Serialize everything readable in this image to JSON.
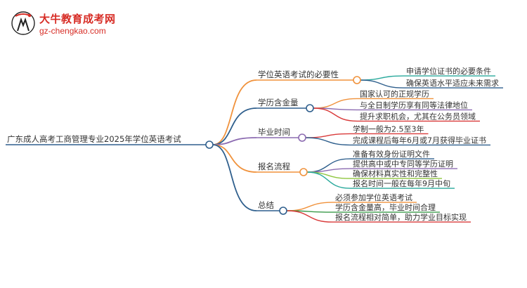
{
  "logo": {
    "title": "大牛教育成考网",
    "url": "gz-chengkao.com"
  },
  "mindmap": {
    "root": "广东成人高考工商管理专业2025年学位英语考试",
    "branches": [
      {
        "label": "学位英语考试的必要性",
        "color": "#f0923c",
        "children": [
          {
            "label": "申请学位证书的必要条件",
            "color": "#29a99c"
          },
          {
            "label": "确保英语水平适应未来需求",
            "color": "#2f5f8d"
          }
        ]
      },
      {
        "label": "学历含金量",
        "color": "#2f5f8d",
        "children": [
          {
            "label": "国家认可的正规学历",
            "color": "#f0923c"
          },
          {
            "label": "与全日制学历享有同等法律地位",
            "color": "#8c6bb1"
          },
          {
            "label": "提升求职机会，尤其在公务员领域",
            "color": "#d93a3a"
          }
        ]
      },
      {
        "label": "毕业时间",
        "color": "#8c6bb1",
        "children": [
          {
            "label": "学制一般为2.5至3年",
            "color": "#d93a3a"
          },
          {
            "label": "完成课程后每年6月或7月获得毕业证书",
            "color": "#2f5f8d"
          }
        ]
      },
      {
        "label": "报名流程",
        "color": "#f0923c",
        "children": [
          {
            "label": "准备有效身份证明文件",
            "color": "#2f5f8d"
          },
          {
            "label": "提供高中或中专同等学历证明",
            "color": "#8c6bb1"
          },
          {
            "label": "确保材料真实性和完整性",
            "color": "#8fc63f"
          },
          {
            "label": "报名时间一般在每年9月中旬",
            "color": "#29a99c"
          }
        ]
      },
      {
        "label": "总结",
        "color": "#2f5f8d",
        "children": [
          {
            "label": "必须参加学位英语考试",
            "color": "#f0923c"
          },
          {
            "label": "学历含金量高，毕业时间合理",
            "color": "#3a9a4a"
          },
          {
            "label": "报名流程相对简单，助力学业目标实现",
            "color": "#d93a3a"
          }
        ]
      }
    ]
  }
}
